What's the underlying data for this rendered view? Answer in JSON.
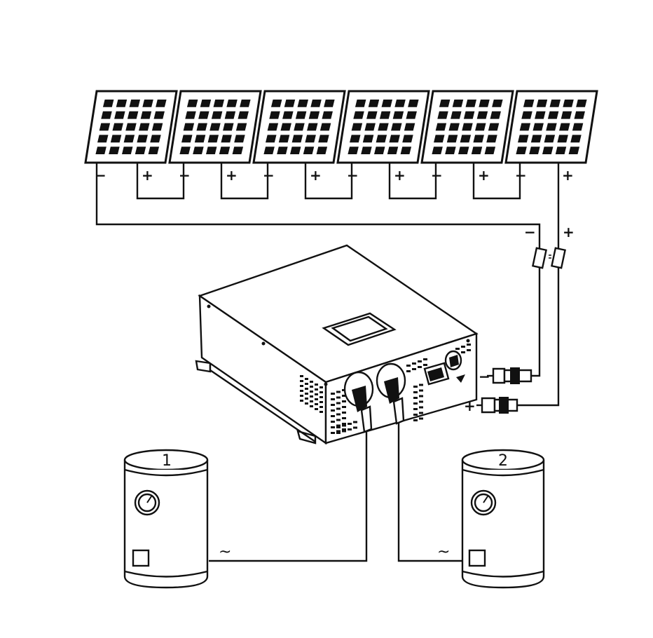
{
  "panels": {
    "count": 6,
    "terminal_minus": "−",
    "terminal_plus": "+"
  },
  "string_output": {
    "minus": "−",
    "plus": "+"
  },
  "inverter": {
    "dc_input_minus": "−",
    "dc_input_plus": "+"
  },
  "tanks": [
    {
      "number": "1",
      "ac_symbol": "~"
    },
    {
      "number": "2",
      "ac_symbol": "~"
    }
  ],
  "colors": {
    "line": "#111111",
    "background": "#ffffff"
  }
}
